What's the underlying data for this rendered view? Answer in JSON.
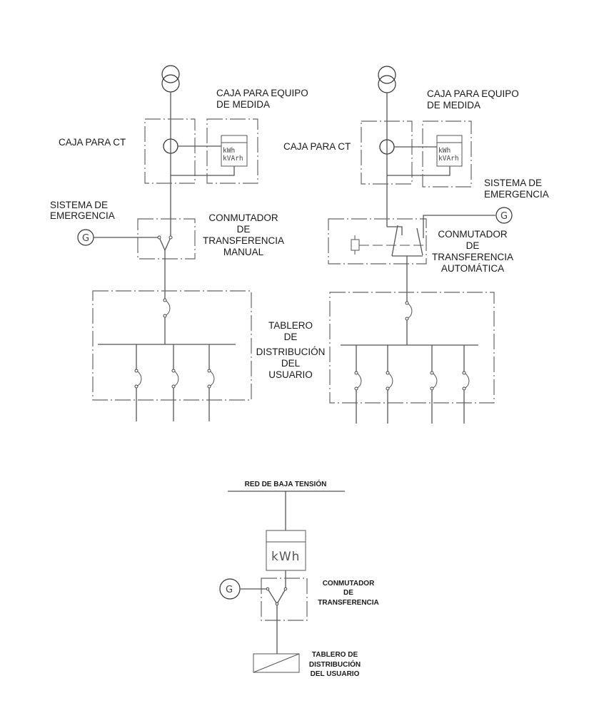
{
  "diagram_left": {
    "title": "Manual transfer scheme",
    "labels": {
      "meter_box": [
        "CAJA PARA EQUIPO",
        "DE MEDIDA"
      ],
      "ct_box": "CAJA PARA CT",
      "emergency": [
        "SISTEMA DE",
        "EMERGENCIA"
      ],
      "switch": [
        "CONMUTADOR",
        "DE",
        "TRANSFERENCIA",
        "MANUAL"
      ],
      "board": [
        "TABLERO",
        "DE",
        "DISTRIBUCIÓN",
        "DEL",
        "USUARIO"
      ]
    },
    "meter_text": [
      "kWh",
      "kVArh"
    ],
    "generator_symbol": "G",
    "branch_circuits": 3
  },
  "diagram_right": {
    "title": "Automatic transfer scheme",
    "labels": {
      "meter_box": [
        "CAJA PARA EQUIPO",
        "DE MEDIDA"
      ],
      "ct_box": "CAJA PARA CT",
      "emergency": [
        "SISTEMA DE",
        "EMERGENCIA"
      ],
      "switch": [
        "CONMUTADOR",
        "DE",
        "TRANSFERENCIA",
        "AUTOMÁTICA"
      ]
    },
    "meter_text": [
      "kWh",
      "kVArh"
    ],
    "generator_symbol": "G",
    "branch_circuits": 4
  },
  "diagram_bottom": {
    "title": "Low voltage scheme",
    "labels": {
      "network": "RED DE BAJA TENSIÓN",
      "switch": [
        "CONMUTADOR",
        "DE",
        "TRANSFERENCIA"
      ],
      "board": [
        "TABLERO DE",
        "DISTRIBUCIÓN",
        "DEL USUARIO"
      ]
    },
    "meter_text": "kWh",
    "generator_symbol": "G"
  },
  "icons": {
    "transformer": "transformer-icon",
    "current_transformer": "current-transformer-icon",
    "generator": "generator-icon",
    "breaker": "circuit-breaker-icon",
    "meter": "energy-meter-icon",
    "relay": "relay-coil-icon"
  }
}
